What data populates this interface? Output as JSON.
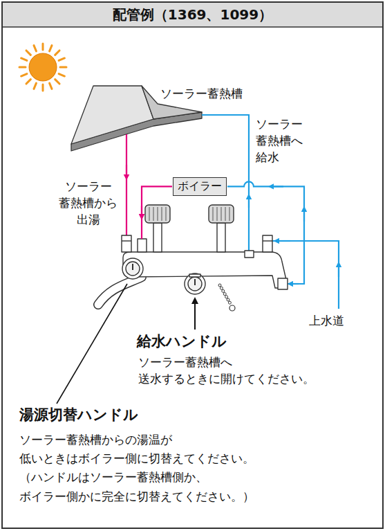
{
  "diagram": {
    "title": "配管例（1369、1099）",
    "nodes": [
      {
        "text": [
          "ボイラー"
        ]
      }
    ],
    "labels": [
      "ソーラー蓄熱槽",
      "ソーラー 蓄熱槽へ 給水",
      "ソーラー 蓄熱槽から 出湯",
      "上水道",
      "給水ハンドル",
      "ソーラー蓄熱槽へ 送水するときに開けてください。",
      "湯源切替ハンドル",
      "ソーラー蓄熱槽からの湯温が 低いときはボイラー側に切替えてください。 （ハンドルはソーラー蓄熱槽側か、 ボイラー側かに完全に切替えてください。）"
    ]
  }
}
